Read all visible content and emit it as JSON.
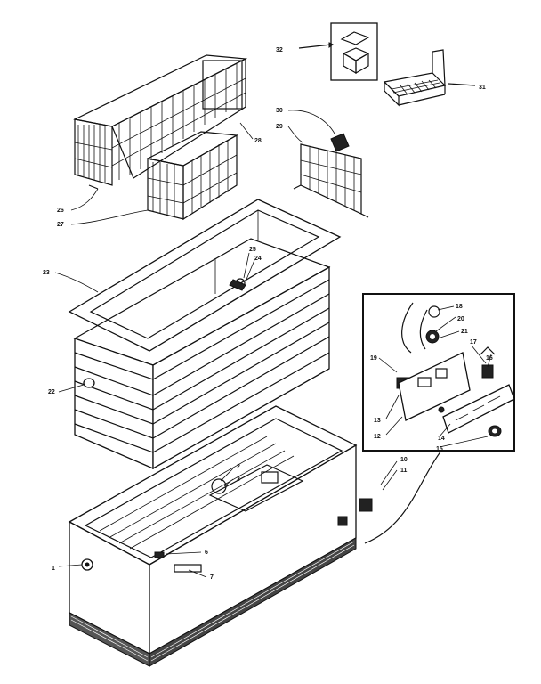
{
  "diagram": {
    "callouts": [
      {
        "id": "c1",
        "text": "1"
      },
      {
        "id": "c2",
        "text": "2"
      },
      {
        "id": "c3",
        "text": "3"
      },
      {
        "id": "c6",
        "text": "6"
      },
      {
        "id": "c7",
        "text": "7"
      },
      {
        "id": "c10",
        "text": "10"
      },
      {
        "id": "c11",
        "text": "11"
      },
      {
        "id": "c12",
        "text": "12"
      },
      {
        "id": "c13",
        "text": "13"
      },
      {
        "id": "c14",
        "text": "14"
      },
      {
        "id": "c15",
        "text": "15"
      },
      {
        "id": "c16",
        "text": "16"
      },
      {
        "id": "c17",
        "text": "17"
      },
      {
        "id": "c18",
        "text": "18"
      },
      {
        "id": "c19",
        "text": "19"
      },
      {
        "id": "c20",
        "text": "20"
      },
      {
        "id": "c21",
        "text": "21"
      },
      {
        "id": "c22",
        "text": "22"
      },
      {
        "id": "c23",
        "text": "23"
      },
      {
        "id": "c24",
        "text": "24"
      },
      {
        "id": "c25",
        "text": "25"
      },
      {
        "id": "c26",
        "text": "26"
      },
      {
        "id": "c27",
        "text": "27"
      },
      {
        "id": "c28",
        "text": "28"
      },
      {
        "id": "c29",
        "text": "29"
      },
      {
        "id": "c30",
        "text": "30"
      },
      {
        "id": "c31",
        "text": "31"
      },
      {
        "id": "c32",
        "text": "32"
      }
    ]
  }
}
